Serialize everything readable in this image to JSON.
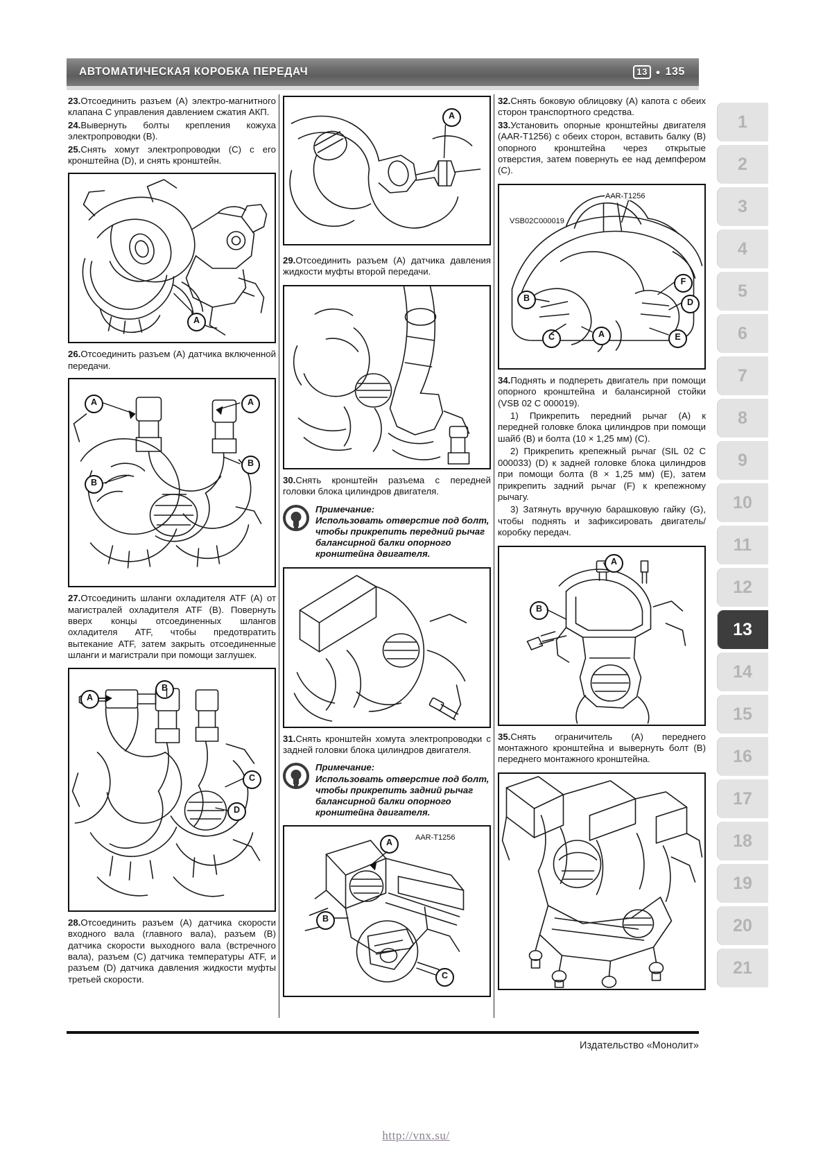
{
  "header": {
    "title": "АВТОМАТИЧЕСКАЯ КОРОБКА ПЕРЕДАЧ",
    "chapter": "13",
    "separator": "•",
    "page": "135"
  },
  "columns": {
    "left": {
      "steps": [
        {
          "num": "23.",
          "text": "Отсоединить разъем (А) электро-магнитного клапана С управления давлением сжатия АКП."
        },
        {
          "num": "24.",
          "text": "Вывернуть болты крепления кожуха электропроводки (В)."
        },
        {
          "num": "25.",
          "text": "Снять хомут электропроводки (С) с его кронштейна (D), и снять кронштейн."
        },
        {
          "num": "26.",
          "text": "Отсоединить разъем (А) датчика включенной передачи."
        },
        {
          "num": "27.",
          "text": "Отсоединить шланги охладителя ATF (A) от магистралей охладителя ATF (B). Повернуть вверх концы отсоединенных шлангов охладителя ATF, чтобы предотвратить вытекание ATF, затем закрыть отсоединенные шланги и магистрали при помощи заглушек."
        },
        {
          "num": "28.",
          "text": "Отсоединить разъем (А) датчика скорости входного вала (главного вала), разъем (В) датчика скорости выходного вала (встречного вала), разъем (С) датчика температуры ATF, и разъем (D) датчика давления жидкости муфты третьей скорости."
        }
      ],
      "figures": {
        "fig25": {
          "callouts": [
            "A"
          ]
        },
        "fig26": {
          "callouts": [
            "A",
            "A",
            "B",
            "B"
          ]
        },
        "fig27": {
          "callouts": [
            "A",
            "B",
            "C",
            "D"
          ]
        }
      }
    },
    "middle": {
      "steps": [
        {
          "num": "29.",
          "text": "Отсоединить разъем (А) датчика давления жидкости муфты второй передачи."
        },
        {
          "num": "30.",
          "text": "Снять кронштейн разъема с передней головки блока цилиндров двигателя."
        },
        {
          "num": "31.",
          "text": "Снять кронштейн хомута электропроводки с задней головки блока цилиндров двигателя."
        }
      ],
      "notes": [
        {
          "title": "Примечание:",
          "text": "Использовать отверстие под болт, чтобы прикрепить передний рычаг балансирной балки опорного кронштейна двигателя."
        },
        {
          "title": "Примечание:",
          "text": "Использовать отверстие под болт, чтобы прикрепить задний рычаг балансирной балки опорного кронштейна двигателя."
        }
      ],
      "figures": {
        "fig28": {
          "callouts": [
            "A"
          ]
        },
        "fig29": {
          "callouts": []
        },
        "fig30": {
          "callouts": []
        },
        "fig31": {
          "callouts": [
            "A",
            "B",
            "C"
          ],
          "label": "AAR-T1256"
        }
      }
    },
    "right": {
      "steps": [
        {
          "num": "32.",
          "text": "Снять боковую облицовку (А) капота с обеих сторон транспортного средства."
        },
        {
          "num": "33.",
          "text": "Установить опорные кронштейны двигателя (AAR-T1256) с обеих сторон, вставить балку (В) опорного кронштейна через открытые отверстия, затем повернуть ее над демпфером (С)."
        },
        {
          "num": "34.",
          "text": "Поднять и подпереть двигатель при помощи опорного кронштейна и балансирной стойки (VSB 02 C 000019)."
        },
        {
          "num": "35.",
          "text": "Снять ограничитель (А) переднего монтажного кронштейна и вывернуть болт (В) переднего монтажного кронштейна."
        }
      ],
      "substeps": [
        "1) Прикрепить передний рычаг (А) к передней головке блока цилиндров при помощи шайб (В) и болта (10 × 1,25 мм) (С).",
        "2) Прикрепить крепежный рычаг (SIL 02 C 000033) (D) к задней головке блока цилиндров при помощи болта (8 × 1,25 мм) (Е), затем прикрепить задний рычаг (F) к крепежному рычагу.",
        "3) Затянуть вручную барашковую гайку (G), чтобы поднять и зафиксировать двигатель/коробку передач."
      ],
      "figures": {
        "fig33": {
          "callouts": [
            "A",
            "B",
            "C",
            "D",
            "E",
            "F"
          ],
          "labels": [
            "AAR-T1256",
            "VSB02C000019"
          ]
        },
        "fig34": {
          "callouts": [
            "A",
            "B"
          ]
        },
        "fig35": {
          "callouts": []
        }
      }
    }
  },
  "rail": {
    "tabs": [
      "1",
      "2",
      "3",
      "4",
      "5",
      "6",
      "7",
      "8",
      "9",
      "10",
      "11",
      "12",
      "13",
      "14",
      "15",
      "16",
      "17",
      "18",
      "19",
      "20",
      "21"
    ],
    "active": "13"
  },
  "footer": {
    "publisher": "Издательство «Монолит»",
    "url": "http://vnx.su/"
  },
  "colors": {
    "header_band": "#6f6f6f",
    "tab_inactive_bg": "#e3e3e3",
    "tab_inactive_text": "#b4b4b4",
    "tab_active_bg": "#3d3d3d",
    "ink": "#111111",
    "url_text": "#8a7f8f"
  }
}
